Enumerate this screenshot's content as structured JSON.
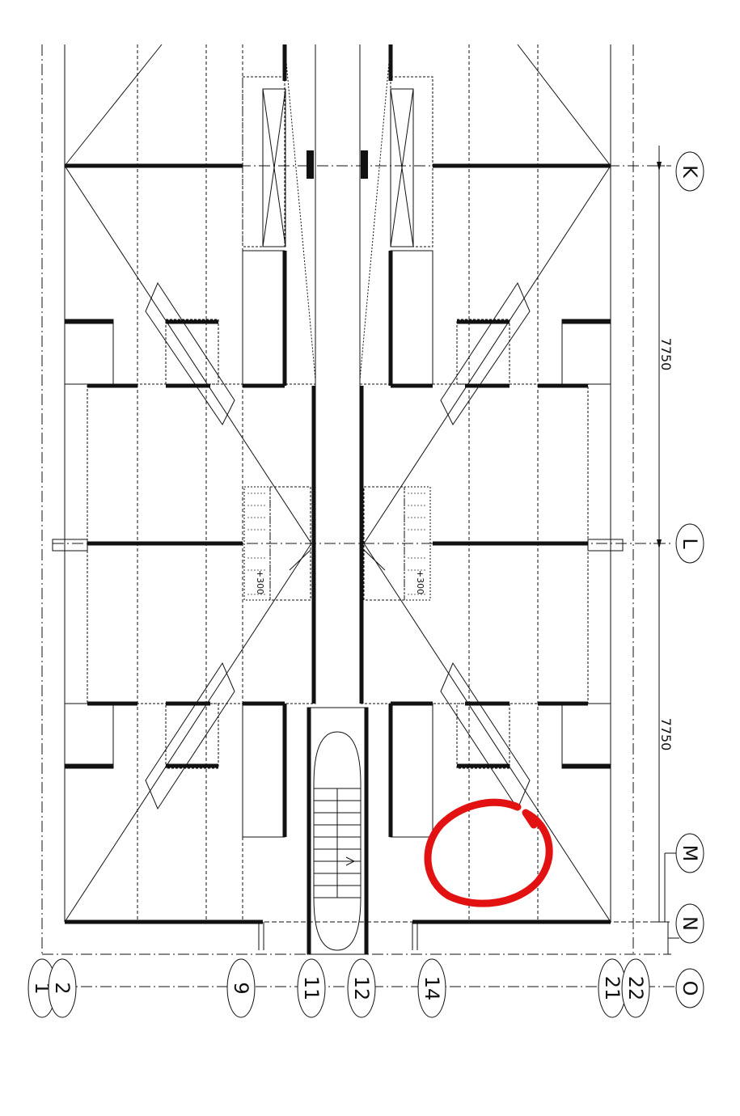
{
  "drawing": {
    "grid_rows": {
      "K": "K",
      "L": "L",
      "M": "M",
      "N": "N",
      "O": "O"
    },
    "grid_cols": {
      "c1": "1",
      "c2": "2",
      "c9": "9",
      "c11": "11",
      "c12": "12",
      "c14": "14",
      "c21": "21",
      "c22": "22"
    },
    "dimensions": {
      "span_upper": "7750",
      "span_lower": "7750",
      "level_left": "+300",
      "level_right": "+300"
    },
    "colors": {
      "line": "#111111",
      "markup": "#e31212"
    }
  }
}
